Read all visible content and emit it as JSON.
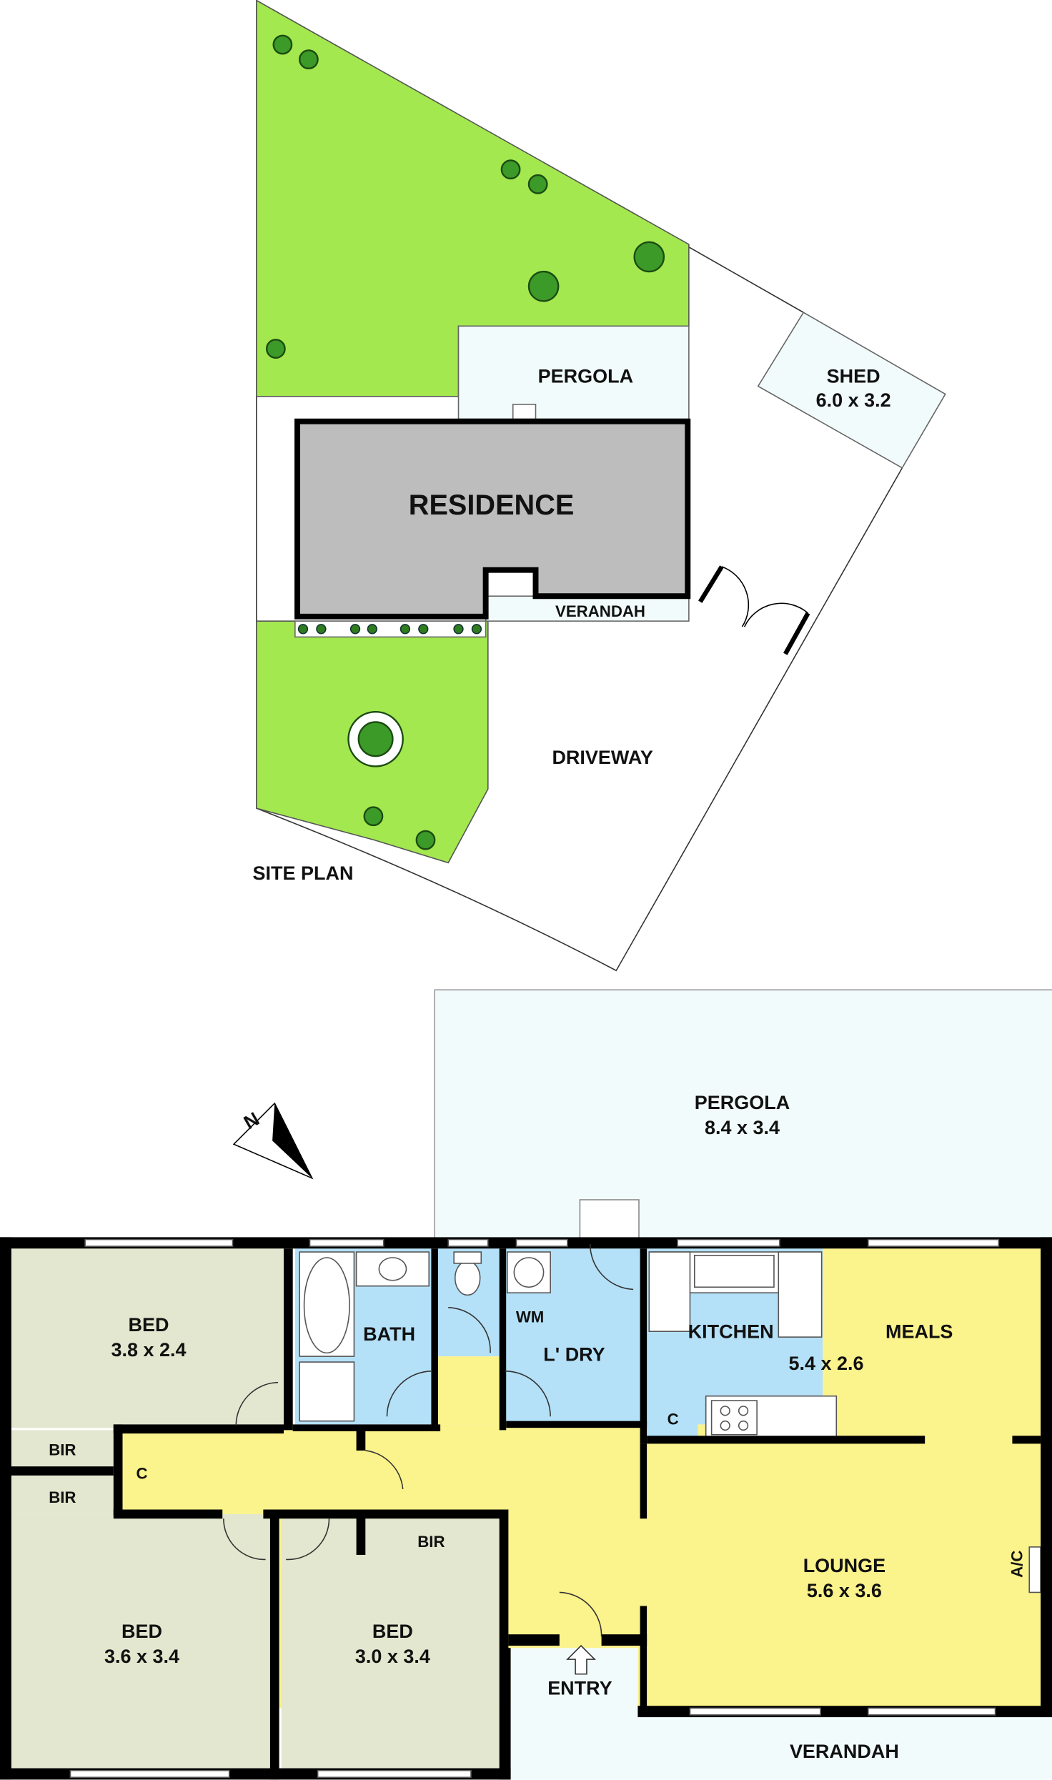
{
  "colors": {
    "lawn": "#a3e84f",
    "residence": "#bdbdbd",
    "bedroom": "#e4e7cf",
    "wet_area": "#b5e1f8",
    "living": "#fbf38b",
    "outdoor": "#f2fbfb"
  },
  "site_plan": {
    "title": "SITE PLAN",
    "residence": "RESIDENCE",
    "pergola": "PERGOLA",
    "shed": "SHED",
    "shed_size": "6.0 x 3.2",
    "verandah": "VERANDAH",
    "driveway": "DRIVEWAY"
  },
  "floor_plan": {
    "compass": "N",
    "pergola": "PERGOLA",
    "pergola_size": "8.4 x 3.4",
    "bed1": "BED",
    "bed1_size": "3.8 x 2.4",
    "bir1": "BIR",
    "bir2": "BIR",
    "bir3": "BIR",
    "linen": "C",
    "pantry": "C",
    "bath": "BATH",
    "wm": "WM",
    "laundry": "L' DRY",
    "kitchen": "KITCHEN",
    "kitchen_size": "5.4 x 2.6",
    "meals": "MEALS",
    "lounge": "LOUNGE",
    "lounge_size": "5.6 x 3.6",
    "ac": "A/C",
    "bed2": "BED",
    "bed2_size": "3.6 x 3.4",
    "bed3": "BED",
    "bed3_size": "3.0 x 3.4",
    "entry": "ENTRY",
    "verandah": "VERANDAH"
  }
}
